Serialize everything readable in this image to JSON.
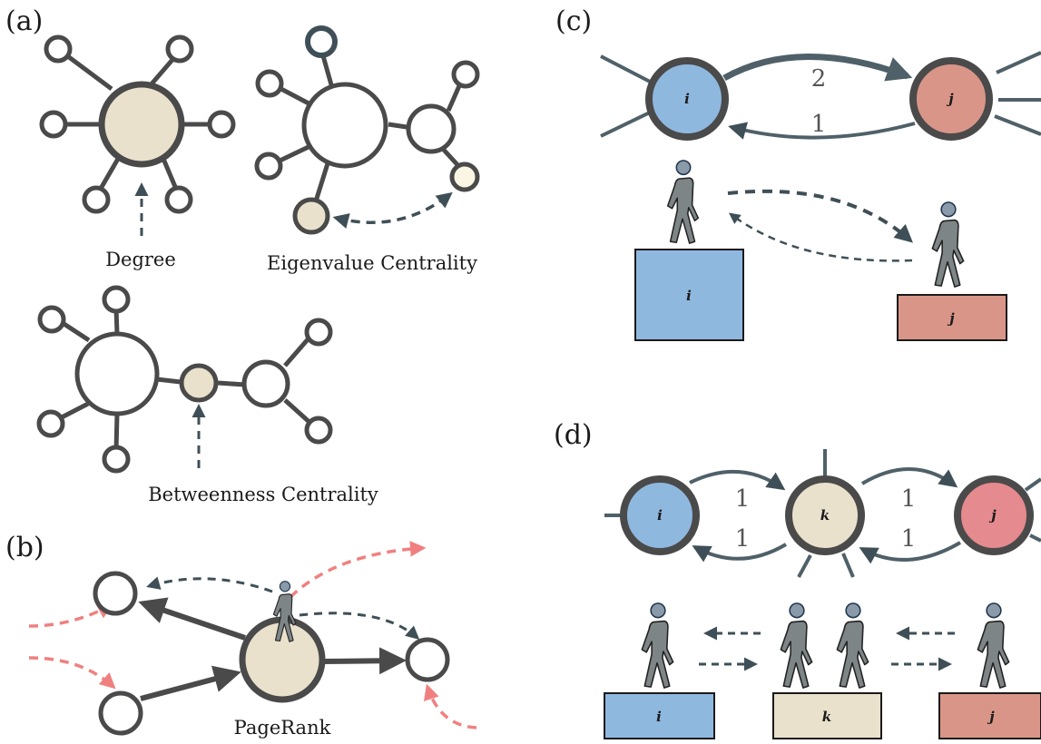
{
  "colors": {
    "edge": "#4a4a4a",
    "slate": "#3f4f57",
    "beige": "#e9e1cc",
    "pale": "#fbf6e4",
    "blue": "#8fb8df",
    "salmon": "#d99688",
    "pink": "#e58a8e",
    "walker": "#7d8587",
    "walker_head": "#8a9aa8",
    "red_dash": "#f08080"
  },
  "icons": {
    "walker": "walking-person-icon"
  },
  "panels": {
    "a": {
      "label": "(a)",
      "captions": {
        "degree": "Degree",
        "eigen": "Eigenvalue Centrality",
        "between": "Betweenness Centrality"
      }
    },
    "b": {
      "label": "(b)",
      "caption": "PageRank"
    },
    "c": {
      "label": "(c)",
      "node_i": "i",
      "node_j": "j",
      "weight_top": "2",
      "weight_bottom": "1",
      "box_i": "i",
      "box_j": "j"
    },
    "d": {
      "label": "(d)",
      "node_i": "i",
      "node_k": "k",
      "node_j": "j",
      "weights": [
        "1",
        "1",
        "1",
        "1"
      ],
      "box_i": "i",
      "box_k": "k",
      "box_j": "j"
    }
  }
}
